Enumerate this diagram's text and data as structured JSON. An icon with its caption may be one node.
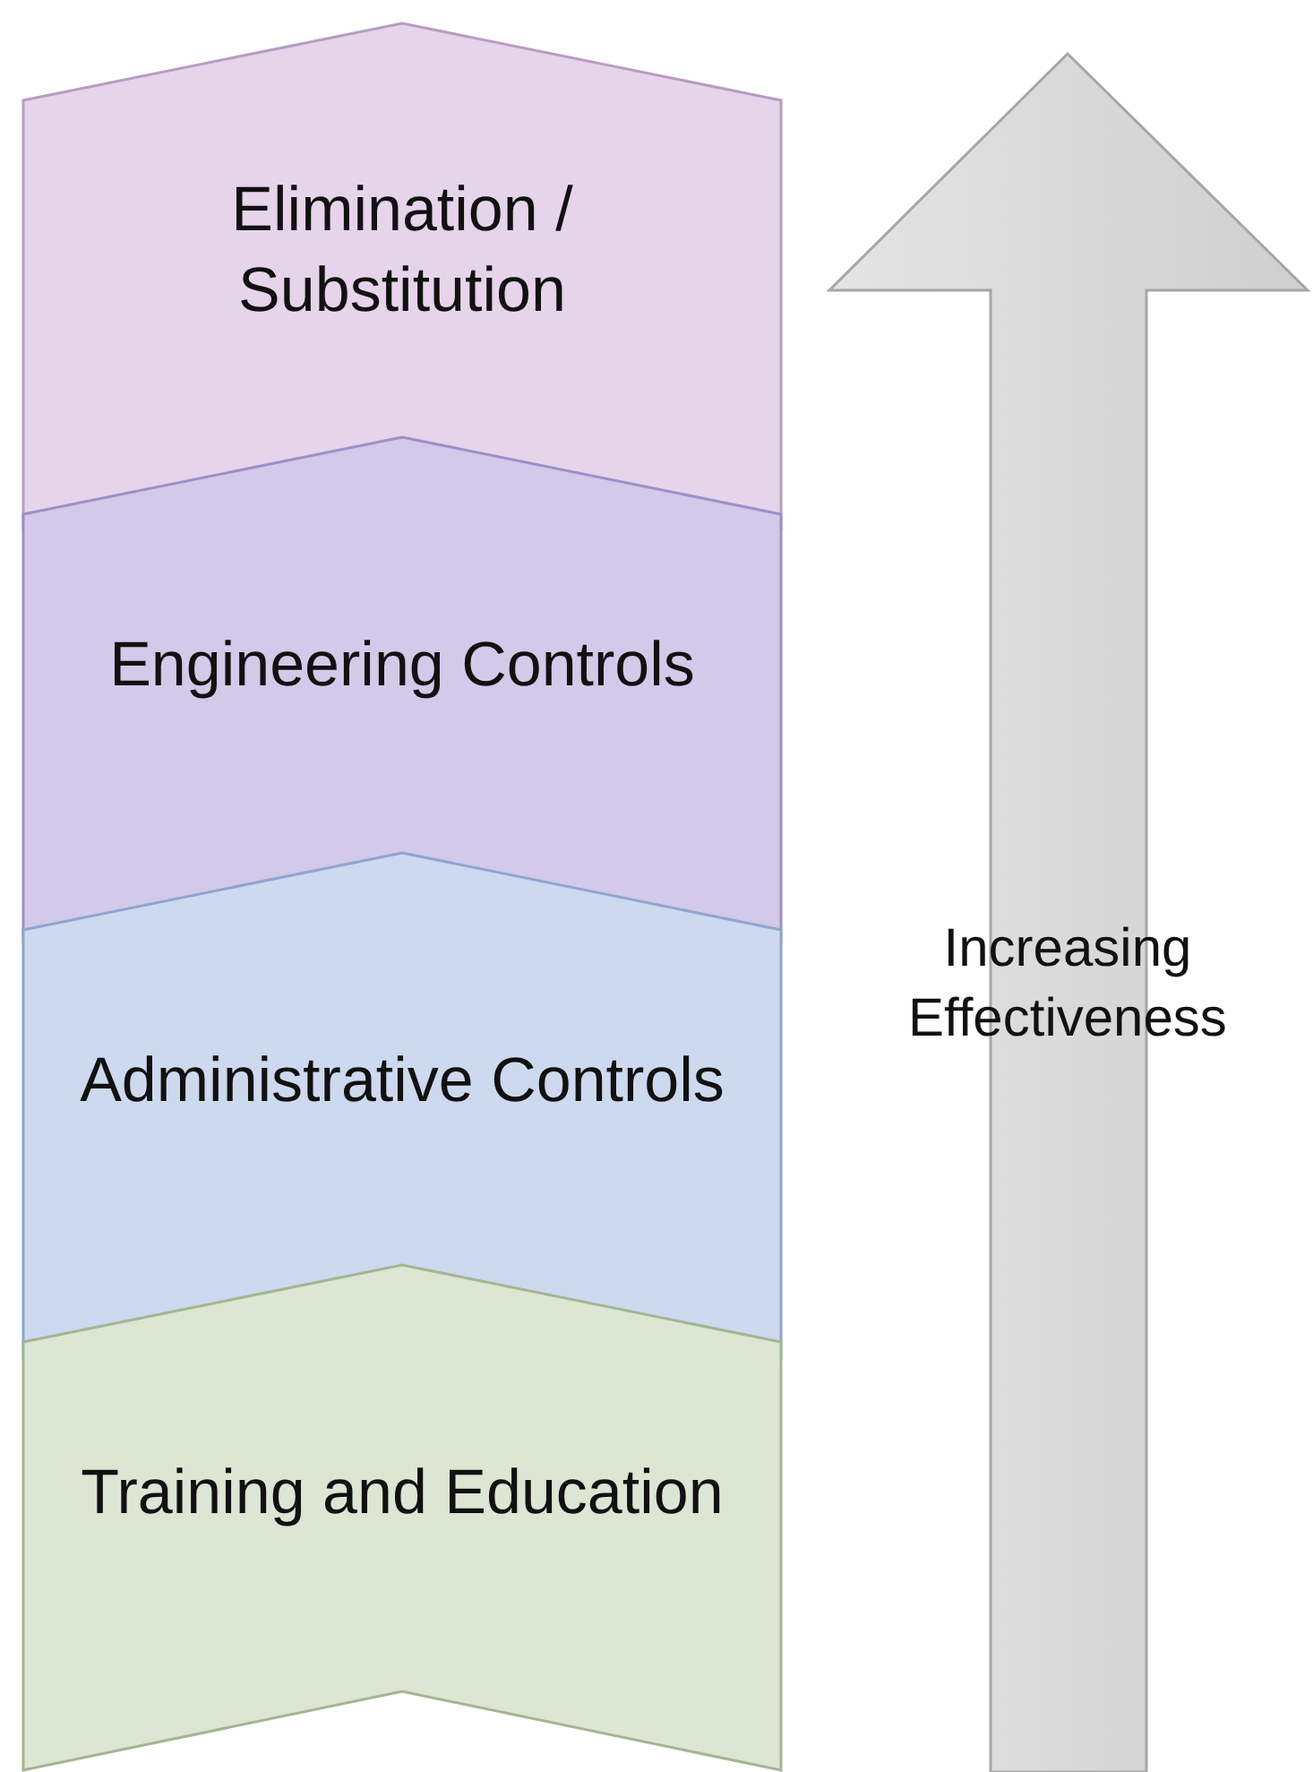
{
  "diagram": {
    "nodes": [
      {
        "text": [
          "Elimination / Substitution"
        ]
      },
      {
        "text": [
          "Engineering Controls"
        ]
      },
      {
        "text": [
          "Administrative Controls"
        ]
      },
      {
        "text": [
          "Training and Education"
        ]
      }
    ],
    "labels": [
      "Increasing Effectiveness"
    ]
  }
}
